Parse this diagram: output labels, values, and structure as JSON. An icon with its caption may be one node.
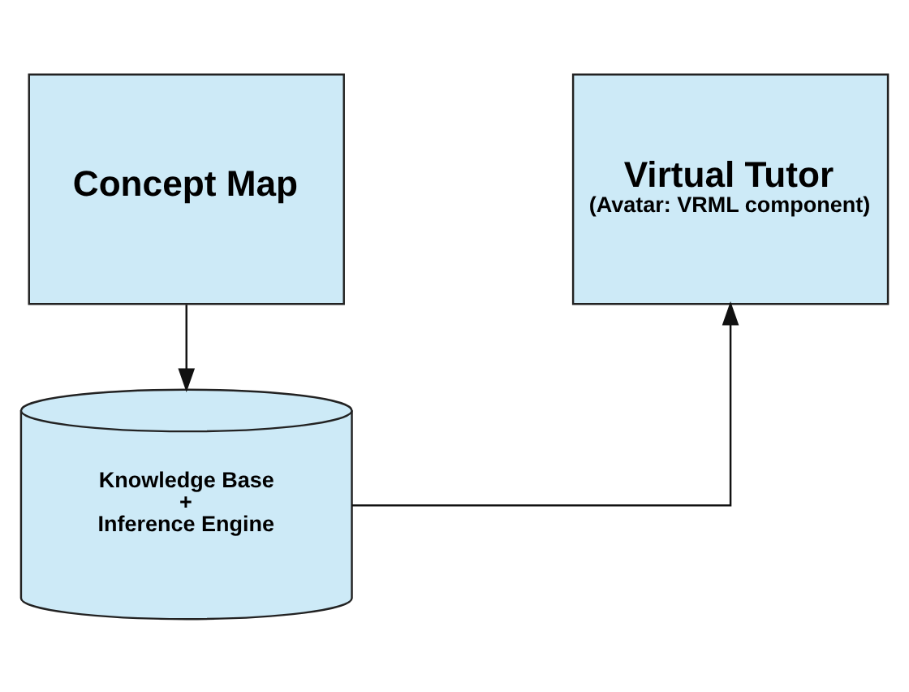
{
  "diagram": {
    "nodes": [
      {
        "text": [
          "Concept Map"
        ]
      },
      {
        "text": [
          "Virtual Tutor",
          "(Avatar: VRML component)"
        ]
      },
      {
        "text": [
          "Knowledge Base",
          "+",
          "Inference Engine"
        ]
      }
    ],
    "edges": [
      {
        "from": 0,
        "to": 2,
        "arrow": "to"
      },
      {
        "from": 2,
        "to": 1,
        "arrow": "to"
      }
    ]
  }
}
